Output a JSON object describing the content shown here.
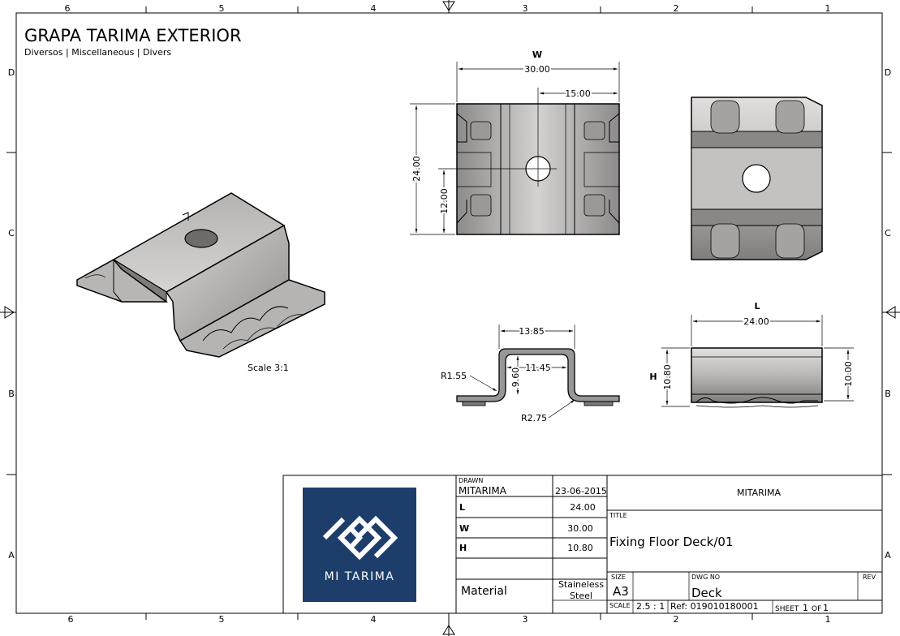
{
  "header": {
    "title": "GRAPA TARIMA EXTERIOR",
    "subtitle": "Diversos | Miscellaneous | Divers"
  },
  "zones": {
    "columns": [
      "6",
      "5",
      "4",
      "3",
      "2",
      "1"
    ],
    "rows": [
      "D",
      "C",
      "B",
      "A"
    ]
  },
  "iso_view": {
    "scale_label": "Scale 3:1"
  },
  "front_view": {
    "label": "W",
    "dims": {
      "w_total": "30.00",
      "w_half": "15.00",
      "h_total": "24.00",
      "h_half": "12.00"
    }
  },
  "section_view": {
    "dims": {
      "outer": "13.85",
      "inner": "11.45",
      "height": "9.60",
      "r_small": "R1.55",
      "r_large": "R2.75"
    }
  },
  "side_view": {
    "label_l": "L",
    "label_h": "H",
    "dims": {
      "length": "24.00",
      "h_left": "10.80",
      "h_right": "10.00"
    }
  },
  "title_block": {
    "logo_text": "MI TARIMA",
    "drawn_label": "DRAWN",
    "drawn_by": "MITARIMA",
    "date": "23-06-2015",
    "company": "MITARIMA",
    "rows": [
      {
        "key": "L",
        "value": "24.00"
      },
      {
        "key": "W",
        "value": "30.00"
      },
      {
        "key": "H",
        "value": "10.80"
      }
    ],
    "material_label": "Material",
    "material_value_1": "Staineless",
    "material_value_2": "Steel",
    "title_label": "TITLE",
    "title": "Fixing Floor Deck/01",
    "size_label": "SIZE",
    "size": "A3",
    "dwg_label": "DWG NO",
    "dwg_no": "Deck",
    "rev_label": "REV",
    "scale_label": "SCALE",
    "scale": "2.5 : 1",
    "ref": "Ref: 019010180001",
    "sheet_label": "SHEET",
    "sheet_no": "1",
    "of_label": "OF",
    "sheet_total": "1"
  },
  "colors": {
    "metal_light": "#c9c7c6",
    "metal_mid": "#a8a6a5",
    "metal_dark": "#6e6c6b",
    "logo_bg": "#1d3e6b"
  }
}
